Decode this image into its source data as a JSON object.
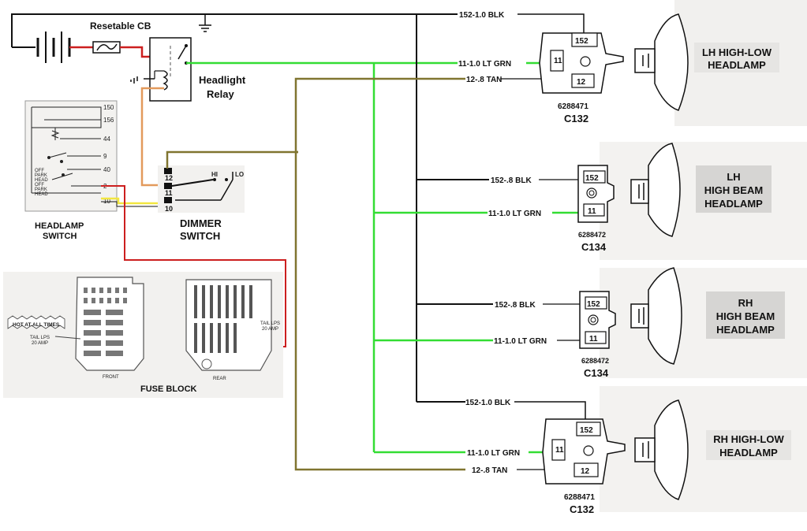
{
  "labels": {
    "resetable_cb": "Resetable CB",
    "headlight_relay_1": "Headlight",
    "headlight_relay_2": "Relay",
    "headlamp_switch_1": "HEADLAMP",
    "headlamp_switch_2": "SWITCH",
    "dimmer_switch_1": "DIMMER",
    "dimmer_switch_2": "SWITCH",
    "fuse_block": "FUSE BLOCK",
    "front": "FRONT",
    "rear": "REAR",
    "hot_at_all_times": "HOT AT ALL TIMES",
    "tail_lps_1": "TAIL LPS",
    "tail_lps_2": "20 AMP",
    "hi": "HI",
    "lo": "LO"
  },
  "switch_terminals": [
    "150",
    "156",
    "44",
    "9",
    "40",
    "2",
    "10"
  ],
  "switch_positions": [
    "OFF",
    "PARK",
    "HEAD",
    "OFF",
    "PARK",
    "HEAD"
  ],
  "dimmer_terminals": [
    "12",
    "11",
    "10"
  ],
  "wires": {
    "w1_blk": "152-1.0 BLK",
    "w1_grn": "11-1.0 LT GRN",
    "w1_tan": "12-.8 TAN",
    "w2_blk": "152-.8 BLK",
    "w2_grn": "11-1.0 LT GRN",
    "w3_blk": "152-.8 BLK",
    "w3_grn": "11-1.0 LT GRN",
    "w4_blk": "152-1.0 BLK",
    "w4_grn": "11-1.0 LT GRN",
    "w4_tan": "12-.8 TAN"
  },
  "connectors": [
    {
      "part": "6288471",
      "id": "C132",
      "pins": [
        "152",
        "11",
        "12"
      ]
    },
    {
      "part": "6288472",
      "id": "C134",
      "pins": [
        "152",
        "11"
      ]
    },
    {
      "part": "6288472",
      "id": "C134",
      "pins": [
        "152",
        "11"
      ]
    },
    {
      "part": "6288471",
      "id": "C132",
      "pins": [
        "152",
        "11",
        "12"
      ]
    }
  ],
  "lamps": [
    {
      "line1": "LH HIGH-LOW",
      "line2": "HEADLAMP",
      "line3": ""
    },
    {
      "line1": "LH",
      "line2": "HIGH BEAM",
      "line3": "HEADLAMP"
    },
    {
      "line1": "RH",
      "line2": "HIGH BEAM",
      "line3": "HEADLAMP"
    },
    {
      "line1": "RH HIGH-LOW",
      "line2": "HEADLAMP",
      "line3": ""
    }
  ],
  "colors": {
    "black": "#111111",
    "green": "#33dd33",
    "tan": "#807530",
    "red": "#cc1f1f",
    "orange": "#e39a5c",
    "yellow": "#f2e640"
  }
}
